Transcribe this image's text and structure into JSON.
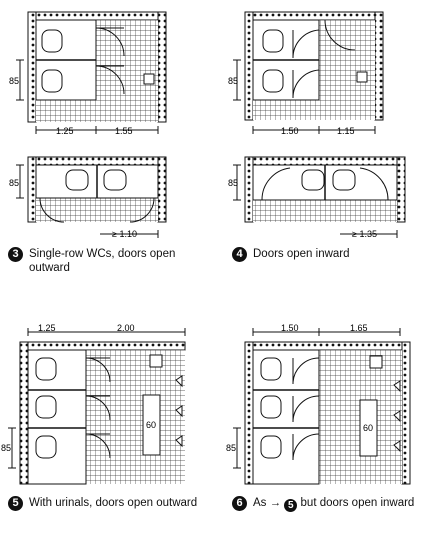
{
  "dimensions": {
    "d85": "85",
    "d125": "1.25",
    "d155": "1.55",
    "d150": "1.50",
    "d115": "1.15",
    "d110": "≥ 1.10",
    "d135": "≥ 1.35",
    "d200": "2.00",
    "d165": "1.65",
    "d60": "60"
  },
  "captions": {
    "c3": {
      "number": "3",
      "text": "Single-row WCs, doors open outward"
    },
    "c4": {
      "number": "4",
      "text": "Doors open inward"
    },
    "c5": {
      "number": "5",
      "text": "With urinals, doors open outward"
    },
    "c6": {
      "number": "6",
      "prefix": "As →",
      "ref": "5",
      "suffix": "but doors open inward"
    }
  }
}
